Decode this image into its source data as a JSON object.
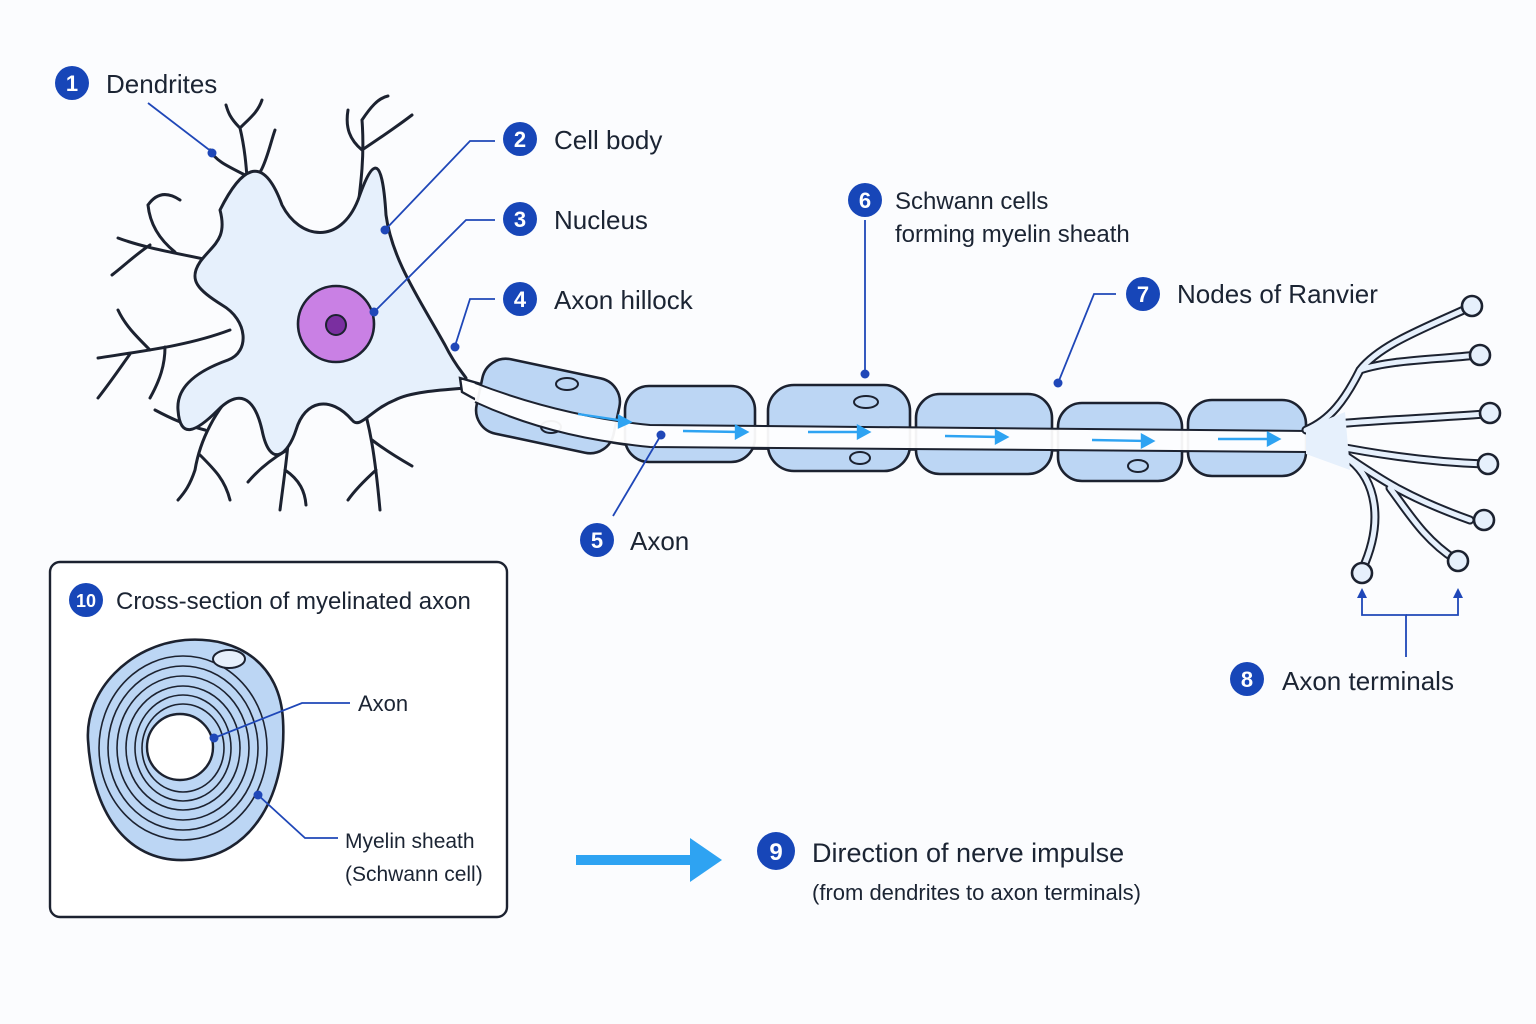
{
  "colors": {
    "badge": "#1746b8",
    "leader": "#1f47b8",
    "cell_fill": "#e6f0fc",
    "nucleus": "#c980e4",
    "nucleolus": "#7a2fa0",
    "myelin": "#bcd6f4",
    "impulse_arrow": "#2ea3f2",
    "outline": "#1c2230"
  },
  "labels": [
    {
      "num": "1",
      "text": "Dendrites"
    },
    {
      "num": "2",
      "text": "Cell body"
    },
    {
      "num": "3",
      "text": "Nucleus"
    },
    {
      "num": "4",
      "text": "Axon hillock"
    },
    {
      "num": "5",
      "text": "Axon"
    },
    {
      "num": "6",
      "text": "Schwann cells",
      "text2": "forming myelin sheath"
    },
    {
      "num": "7",
      "text": "Nodes of Ranvier"
    },
    {
      "num": "8",
      "text": "Axon terminals"
    }
  ],
  "direction": {
    "num": "9",
    "title": "Direction of nerve impulse",
    "subtitle": "(from dendrites to axon terminals)"
  },
  "inset": {
    "num": "10",
    "title": "Cross-section of myelinated axon",
    "axon_label": "Axon",
    "myelin_label": "Myelin sheath",
    "myelin_label2": "(Schwann cell)"
  }
}
